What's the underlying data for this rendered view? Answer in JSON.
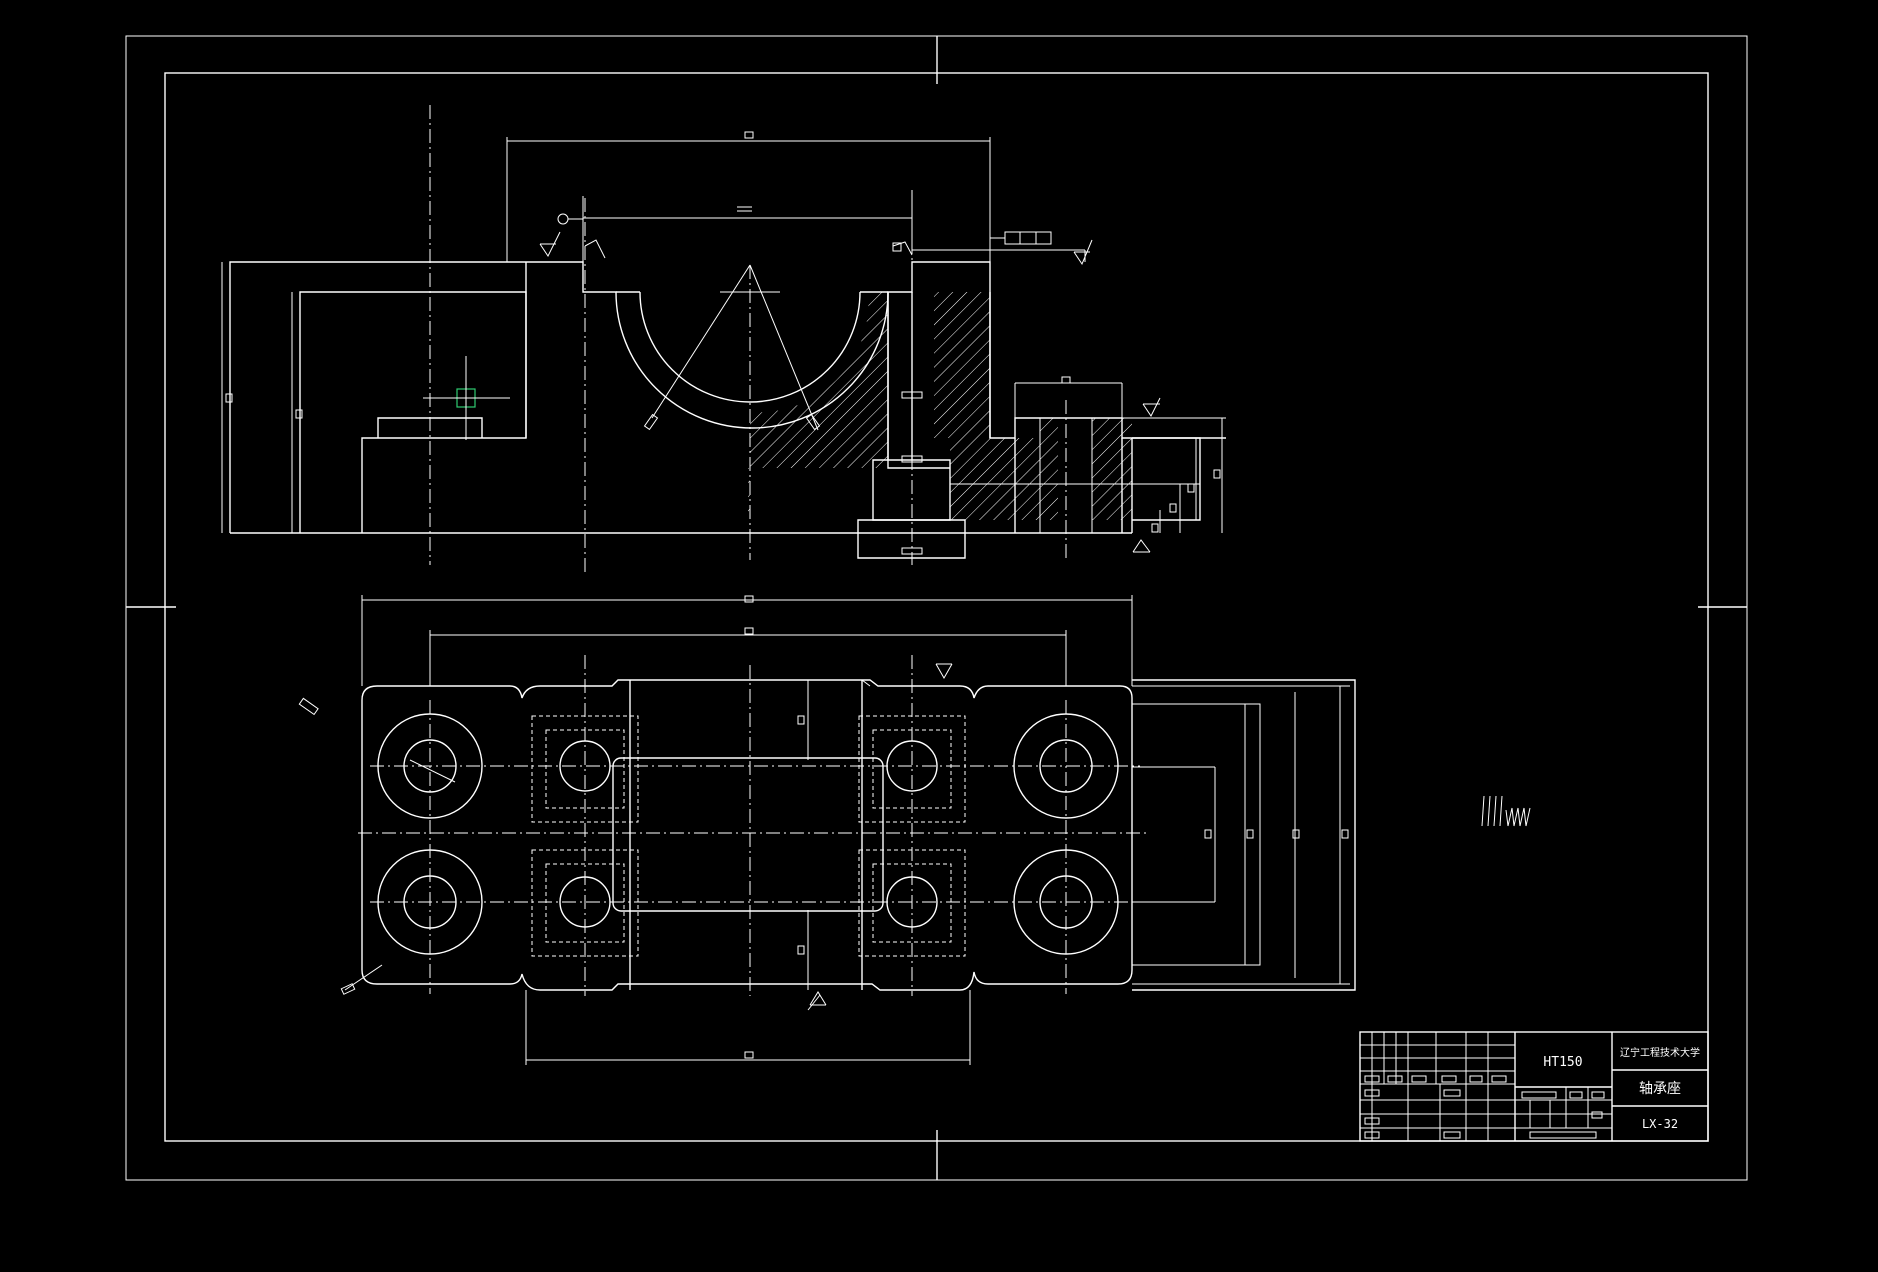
{
  "title_block": {
    "material": "HT150",
    "school": "辽宁工程技术大学",
    "part_name": "轴承座",
    "drawing_no": "LX-32"
  },
  "colors": {
    "background": "#000000",
    "lines": "#ffffff",
    "ucs_marker": "#2ecc71"
  },
  "tech_note": "川川"
}
